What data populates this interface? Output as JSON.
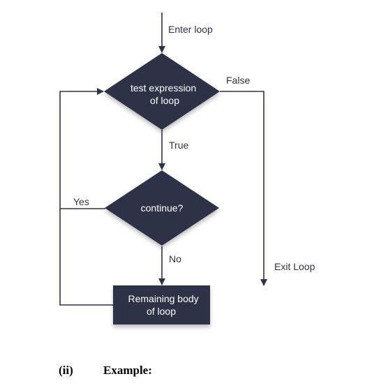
{
  "flowchart": {
    "entry_label": "Enter loop",
    "decision_test": [
      "test expression",
      "of loop"
    ],
    "false_label": "False",
    "true_label": "True",
    "decision_continue": "continue?",
    "yes_label": "Yes",
    "no_label": "No",
    "exit_label": "Exit Loop",
    "process_body": [
      "Remaining body",
      "of loop"
    ]
  },
  "footer": {
    "number": "(ii)",
    "title": "Example:"
  },
  "colors": {
    "node_fill": "#2f3346",
    "line": "#2f3346",
    "label_text": "#2f3346",
    "node_text": "#ffffff"
  }
}
